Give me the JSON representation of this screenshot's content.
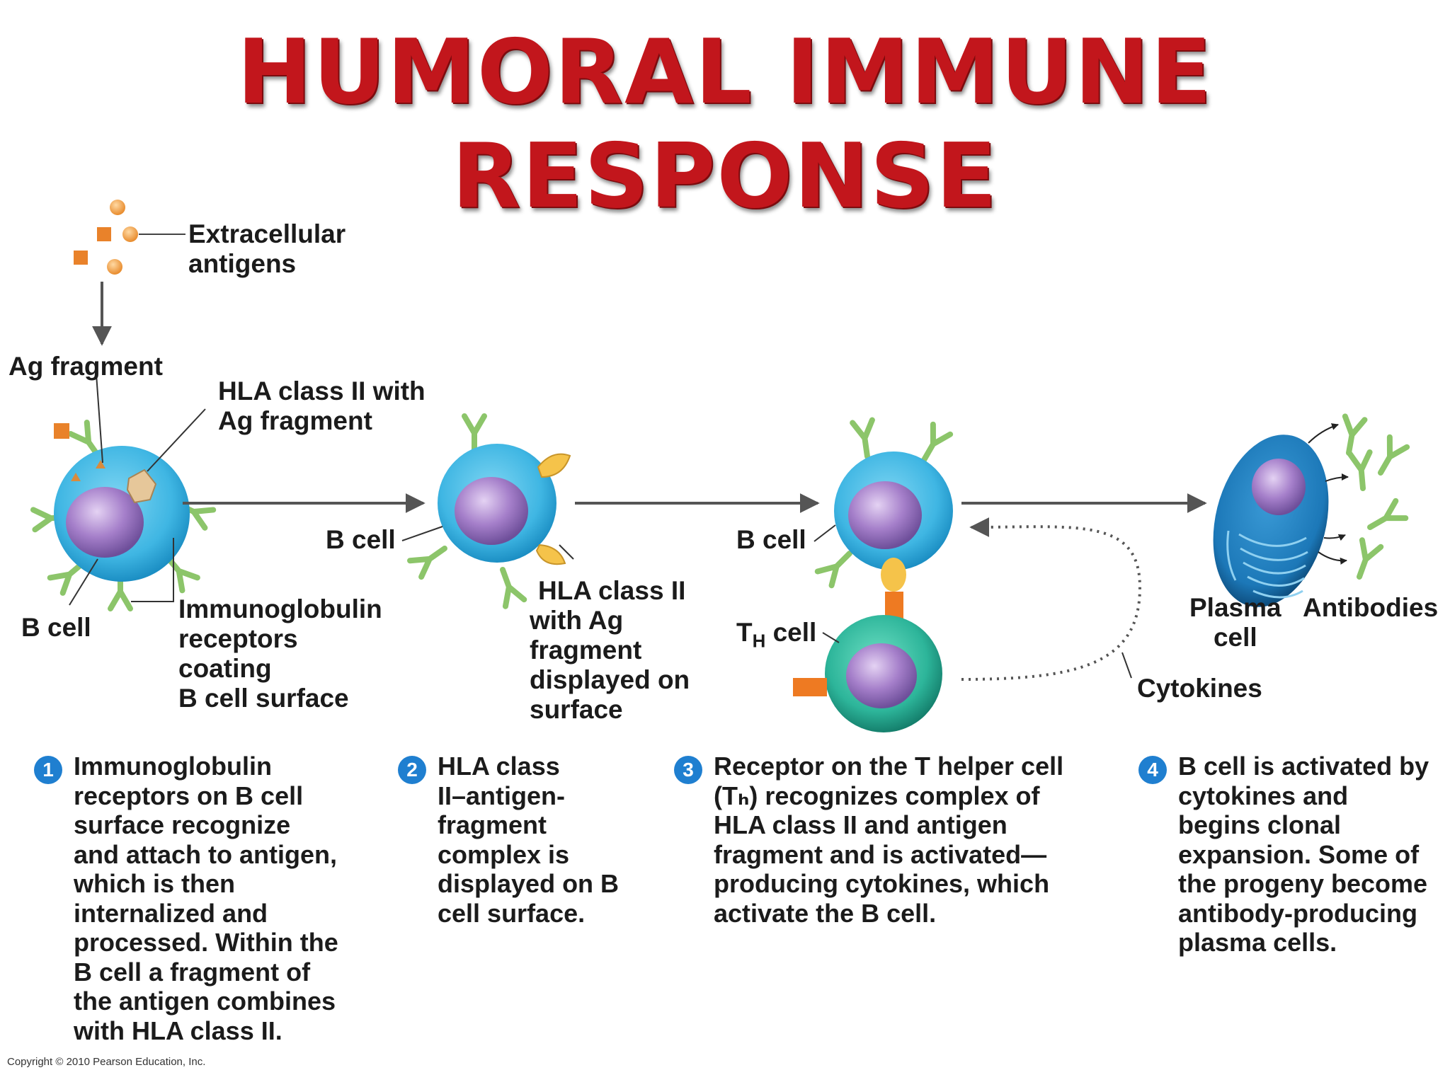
{
  "title": "HUMORAL IMMUNE RESPONSE",
  "labels": {
    "extracellular_antigens": [
      "Extracellular",
      "antigens"
    ],
    "ag_fragment": "Ag fragment",
    "hla_with_ag": [
      "HLA class II with",
      "Ag fragment"
    ],
    "b_cell_1": "B cell",
    "immunoglobulin_receptors": [
      "Immunoglobulin",
      "receptors",
      "coating",
      "B cell surface"
    ],
    "b_cell_2": "B cell",
    "hla_displayed": [
      "HLA class II",
      "with Ag",
      "fragment",
      "displayed on",
      "surface"
    ],
    "b_cell_3": "B cell",
    "th_cell_main": "T",
    "th_cell_sub": "H",
    "th_cell_rest": " cell",
    "cytokines": "Cytokines",
    "plasma_cell": [
      "Plasma",
      "cell"
    ],
    "antibodies": "Antibodies"
  },
  "steps": [
    {
      "number": "1",
      "lines": [
        "Immunoglobulin",
        "receptors on B cell",
        "surface recognize",
        "and attach to antigen,",
        "which is then",
        "internalized and",
        "processed. Within the",
        "B cell a fragment of",
        "the antigen combines",
        "with  HLA class II."
      ]
    },
    {
      "number": "2",
      "lines": [
        " HLA class",
        "II–antigen-",
        "fragment",
        "complex is",
        "displayed on B",
        "cell surface."
      ]
    },
    {
      "number": "3",
      "lines": [
        "Receptor on the T helper cell",
        "(Tₕ) recognizes complex of",
        " HLA class II and antigen",
        "fragment and is activated—",
        "producing cytokines, which",
        "activate the B cell."
      ]
    },
    {
      "number": "4",
      "lines": [
        "B cell is activated by",
        "cytokines and",
        "begins clonal",
        "expansion. Some of",
        "the progeny become",
        "antibody-producing",
        "plasma cells."
      ]
    }
  ],
  "copyright": "Copyright © 2010 Pearson Education, Inc.",
  "colors": {
    "title_red": "#c2161c",
    "cell_blue": "#3fb6e3",
    "nucleus_purple": "#9a72c0",
    "receptor_green": "#8cc56a",
    "hla_yellow": "#f5c34a",
    "th_teal": "#2db59a",
    "th_receptor_orange": "#ee7a22",
    "antigen_orange": "#f1a64a",
    "plasma_blue": "#1c78b8",
    "step_number_blue": "#1f7fd0"
  },
  "icons": [
    "antigen-circle-icon",
    "antigen-square-icon",
    "antibody-y-icon",
    "arrow-right-icon"
  ]
}
